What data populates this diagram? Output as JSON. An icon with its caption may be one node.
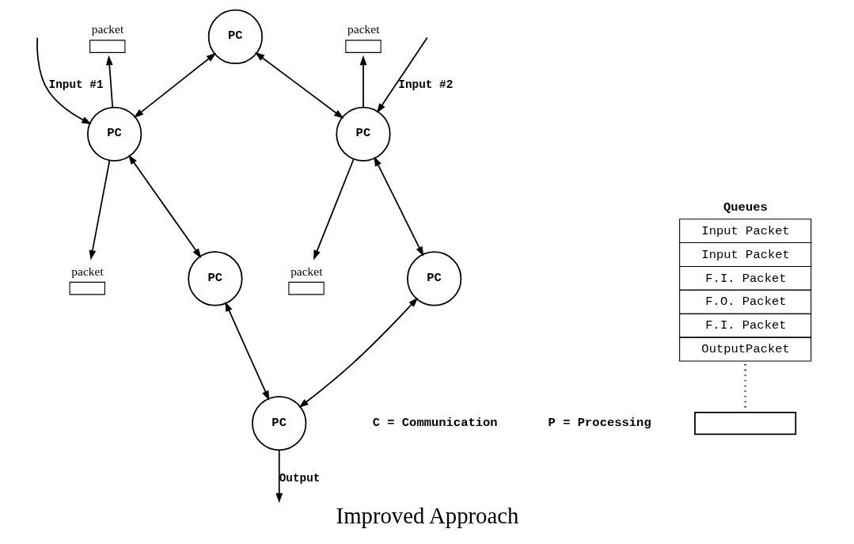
{
  "diagram": {
    "title": "Improved Approach",
    "nodes": [
      {
        "text": [
          "PC"
        ]
      },
      {
        "text": [
          "packet"
        ]
      },
      {
        "text": [
          "packet"
        ]
      },
      {
        "text": [
          "PC"
        ]
      },
      {
        "text": [
          "PC"
        ]
      },
      {
        "text": [
          "Queues",
          "Input Packet",
          "Input Packet",
          "F.I. Packet",
          "F.O. Packet",
          "F.I. Packet",
          "OutputPacket"
        ]
      },
      {
        "text": [
          "packet"
        ]
      },
      {
        "text": [
          "packet"
        ]
      },
      {
        "text": [
          "PC"
        ]
      },
      {
        "text": [
          "PC"
        ]
      },
      {
        "text": [
          "PC"
        ]
      },
      {
        "text": [],
        "shape": "box"
      }
    ],
    "edges": [
      {
        "from": null,
        "to": 3,
        "arrow": "to",
        "label": "Input #1"
      },
      {
        "from": null,
        "to": 4,
        "arrow": "to",
        "label": "Input #2"
      },
      {
        "from": 3,
        "to": 1,
        "arrow": "to"
      },
      {
        "from": 4,
        "to": 2,
        "arrow": "to"
      },
      {
        "from": 3,
        "to": 0,
        "arrow": "both"
      },
      {
        "from": 0,
        "to": 4,
        "arrow": "both"
      },
      {
        "from": 3,
        "to": 6,
        "arrow": "to"
      },
      {
        "from": 4,
        "to": 7,
        "arrow": "to"
      },
      {
        "from": 3,
        "to": 8,
        "arrow": "both"
      },
      {
        "from": 4,
        "to": 9,
        "arrow": "both"
      },
      {
        "from": 8,
        "to": 10,
        "arrow": "both"
      },
      {
        "from": 9,
        "to": 10,
        "arrow": "both"
      },
      {
        "from": 10,
        "to": null,
        "arrow": "to",
        "label": "Output"
      },
      {
        "from": 5,
        "to": 11,
        "arrow": "none",
        "style": "dashed"
      }
    ],
    "labels": [
      "C = Communication",
      "P = Processing"
    ]
  }
}
